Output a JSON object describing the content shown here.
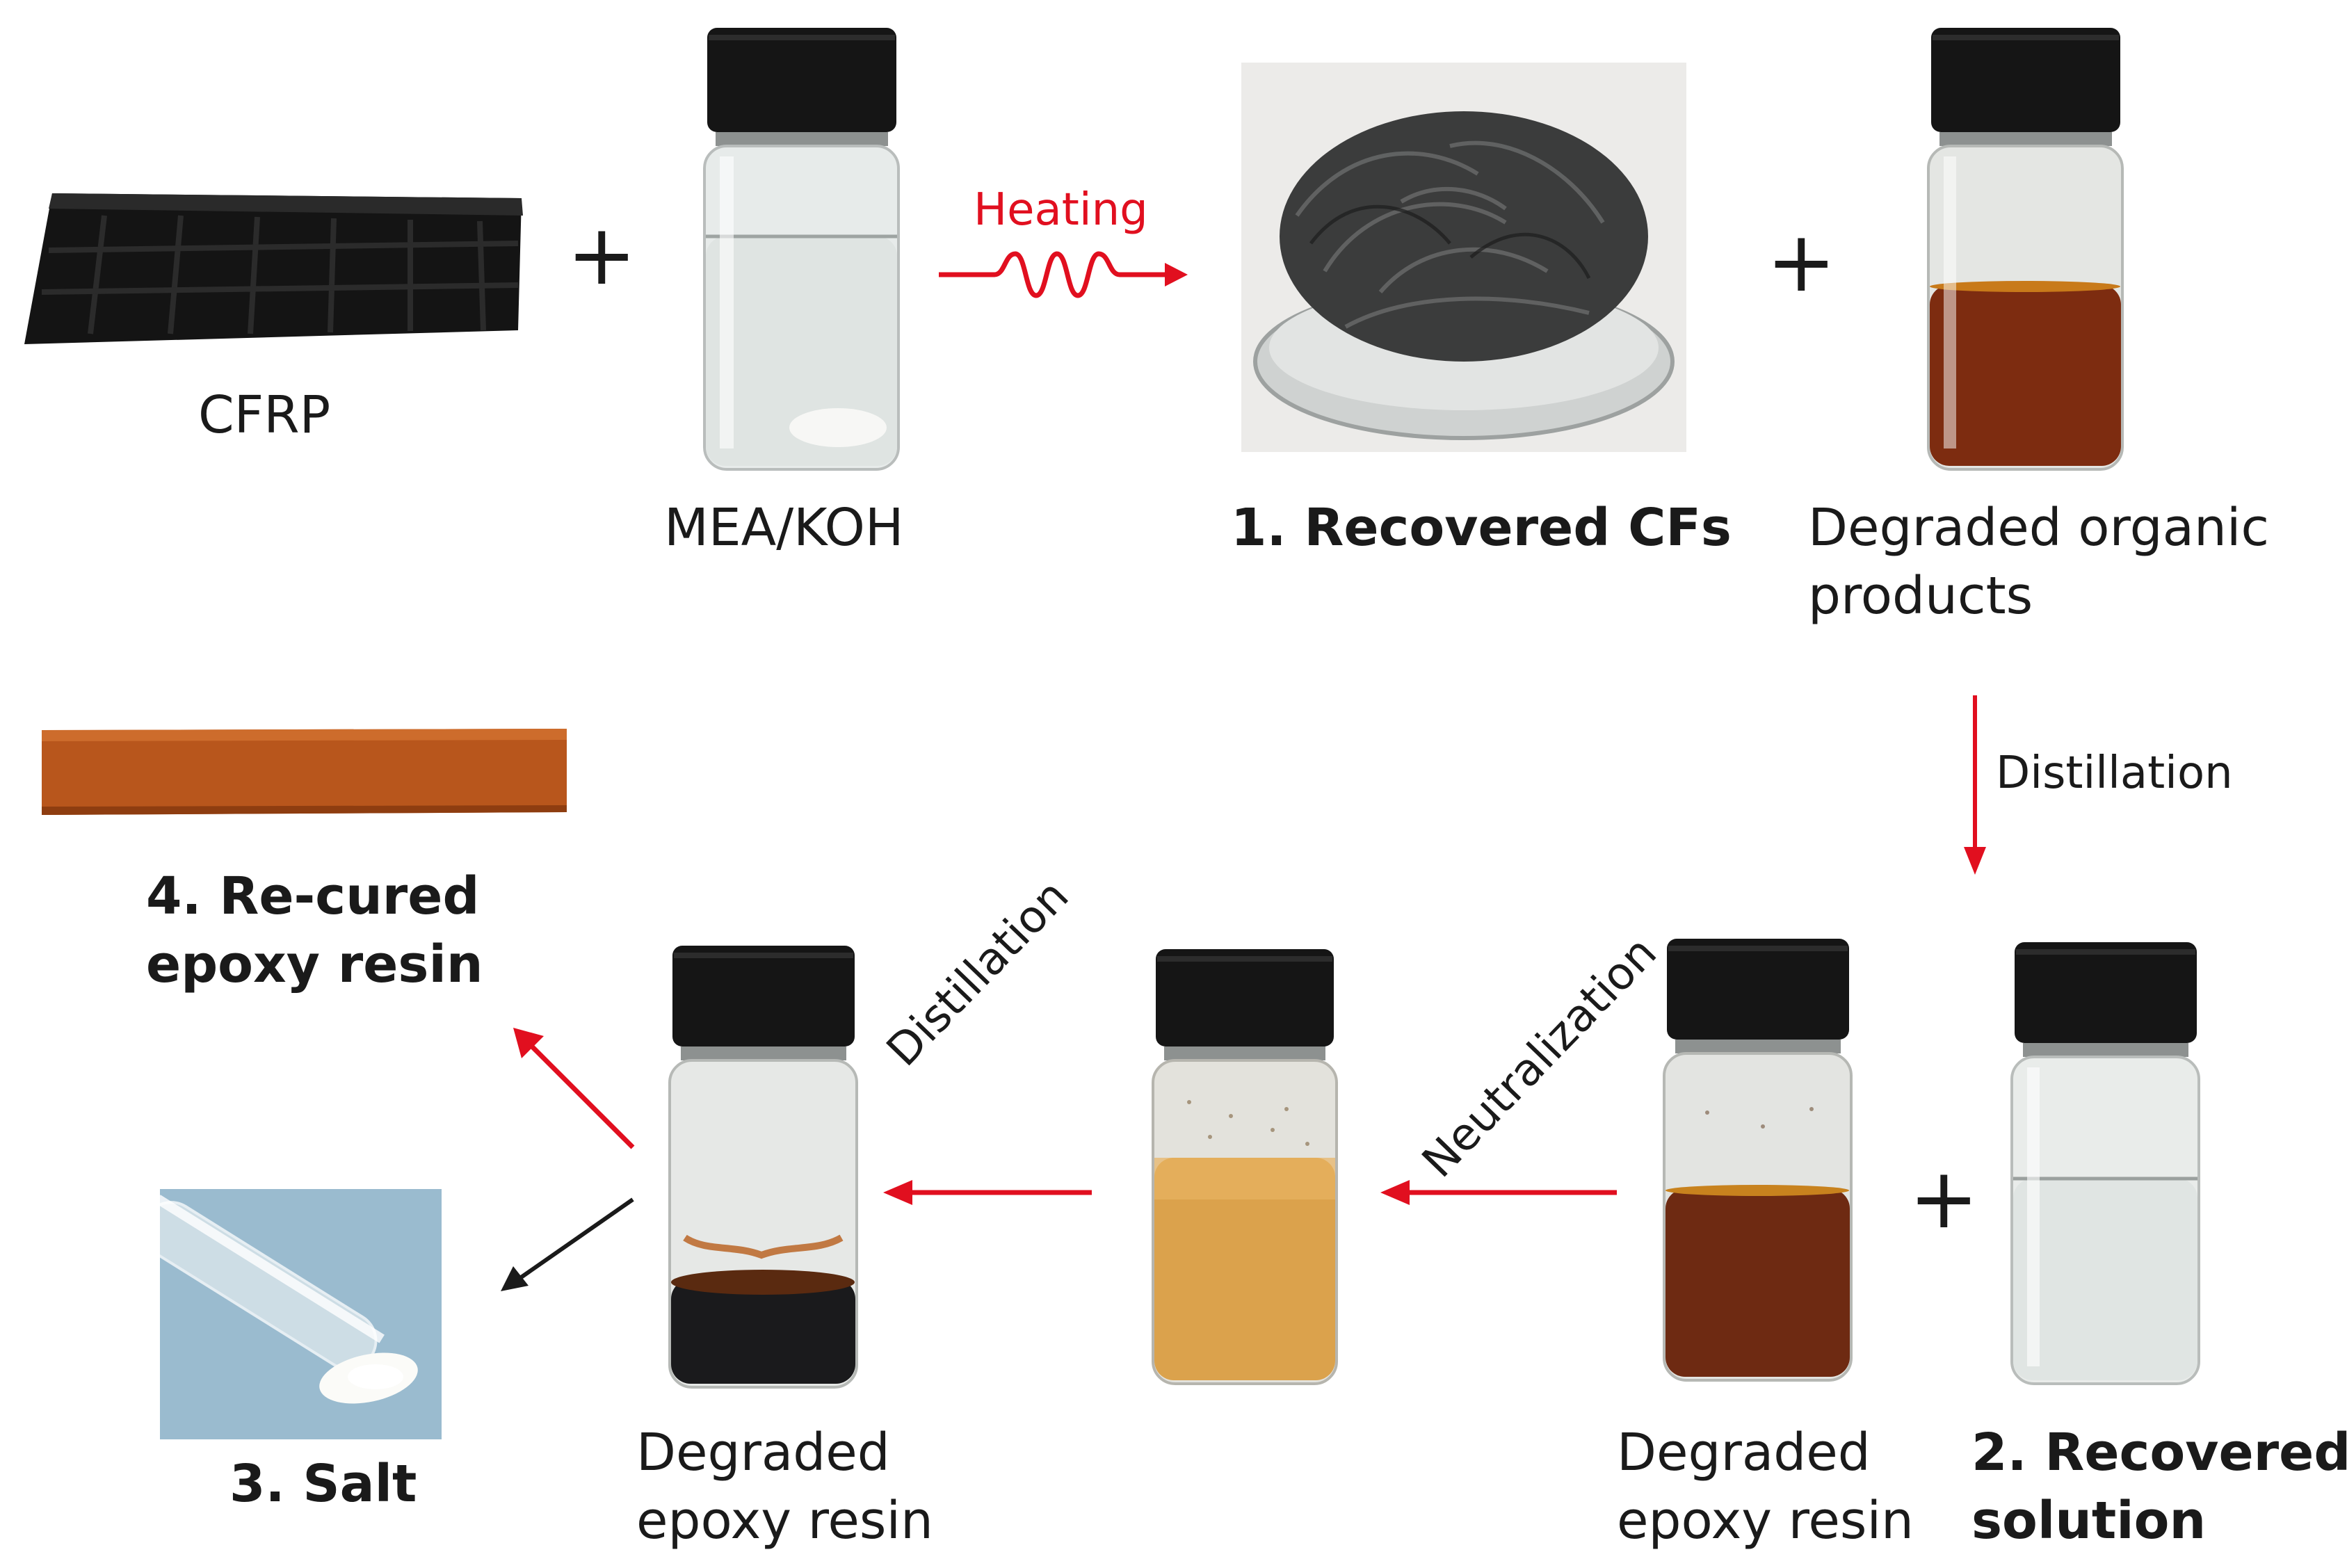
{
  "top": {
    "cfrp_label": "CFRP",
    "plus_1": "+",
    "mea_label": "MEA/KOH",
    "heating_label": "Heating",
    "cf_label": "1. Recovered CFs",
    "plus_2": "+",
    "organic_label_1": "Degraded organic",
    "organic_label_2": "products"
  },
  "right": {
    "distillation_label": "Distillation"
  },
  "bottom": {
    "recured_label_1": "4. Re-cured",
    "recured_label_2": "epoxy resin",
    "salt_label": "3. Salt",
    "degraded_left_1": "Degraded",
    "degraded_left_2": "epoxy resin",
    "distillation_label": "Distillation",
    "neutralization_label": "Neutralization",
    "degraded_right_1": "Degraded",
    "degraded_right_2": "epoxy resin",
    "plus_3": "+",
    "solution_label_1": "2. Recovered",
    "solution_label_2": "solution"
  },
  "colors": {
    "process_arrow": "#e10f1f",
    "black_arrow": "#1a1a1a"
  }
}
